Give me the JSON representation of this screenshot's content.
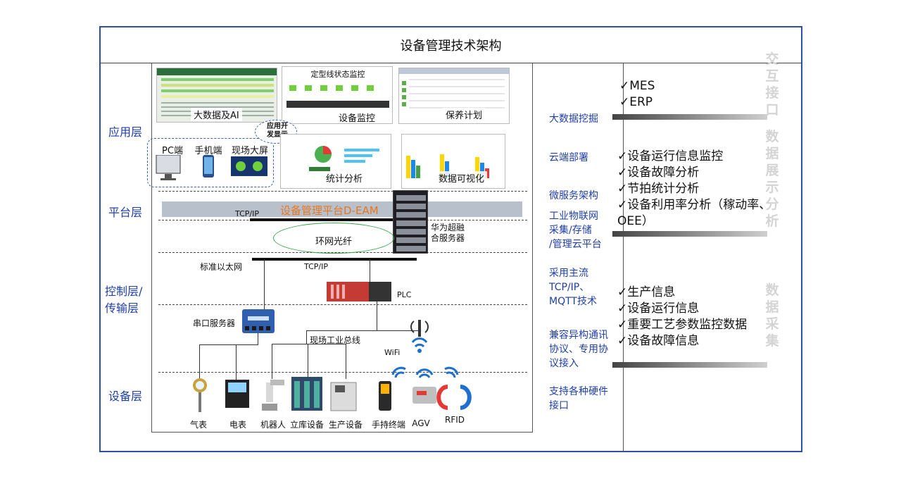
{
  "title": "设备管理技术架构",
  "layers": {
    "app": "应用层",
    "platform": "平台层",
    "control": "控制层/\n传输层",
    "device": "设备层"
  },
  "apps": {
    "bigdata": "大数据及AI",
    "monitor_top": "定型线状态监控",
    "monitor": "设备监控",
    "maintenance": "保养计划",
    "stats": "统计分析",
    "viz": "数据可视化",
    "pc": "PC端",
    "mobile": "手机端",
    "screen": "现场大屏",
    "cloud_bubble": "应用开\n发显示"
  },
  "network": {
    "tcpip": "TCP/IP",
    "platform_name": "设备管理平台D-EAM",
    "huawei": "华为超融\n合服务器",
    "ring": "环网光纤",
    "ethernet": "标准以太网",
    "tcpip2": "TCP/IP",
    "plc": "PLC",
    "serial_server": "串口服务器",
    "fieldbus": "现场工业总线",
    "wifi": "WiFi"
  },
  "devices": [
    "气表",
    "电表",
    "机器人",
    "立库设备",
    "生产设备",
    "手持终端",
    "AGV",
    "RFID"
  ],
  "mid": {
    "bigdata": "大数据挖掘",
    "cloud": "云端部署",
    "microservice": "微服务架构",
    "iot": "工业物联网\n采集/存储\n/管理云平台",
    "tcp": "采用主流\nTCP/IP、\nMQTT技术",
    "compat": "兼容异构通讯\n协议、专用协\n议接入",
    "hardware": "支持各种硬件\n接口"
  },
  "right": {
    "interface_items": [
      "✓MES",
      "✓ERP"
    ],
    "display_items": [
      "✓设备运行信息监控",
      "✓设备故障分析",
      "✓节拍统计分析",
      "✓设备利用率分析（稼动率、\nOEE）"
    ],
    "collect_items": [
      "✓生产信息",
      "✓设备运行信息",
      "✓重要工艺参数监控数据",
      "✓设备故障信息"
    ],
    "side_interface": "交互接口",
    "side_display": "数据展示分析",
    "side_collect": "数据采集"
  },
  "colors": {
    "frame": "#2b4fa8",
    "label_blue": "#1f3fa8",
    "platform_orange": "#e8761e",
    "band": "#b8c0cc"
  }
}
